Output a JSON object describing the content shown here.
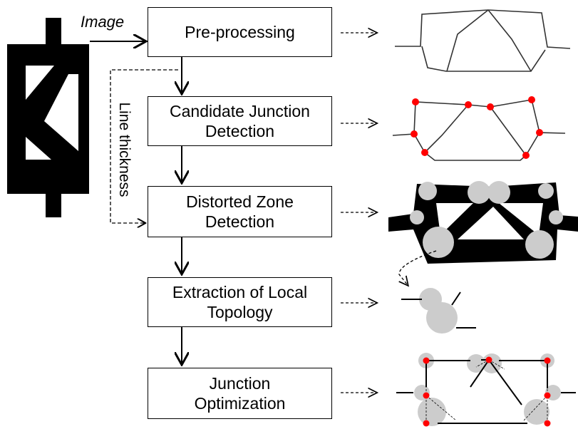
{
  "input_label": "Image",
  "side_label": "Line thickness",
  "steps": [
    {
      "line1": "Pre-processing",
      "line2": ""
    },
    {
      "line1": "Candidate Junction",
      "line2": "Detection"
    },
    {
      "line1": "Distorted Zone",
      "line2": "Detection"
    },
    {
      "line1": "Extraction of Local",
      "line2": "Topology"
    },
    {
      "line1": "Junction",
      "line2": "Optimization"
    }
  ],
  "colors": {
    "junction_point": "#ff0000",
    "zone_circle": "#cccccc",
    "stroke": "#000000"
  }
}
